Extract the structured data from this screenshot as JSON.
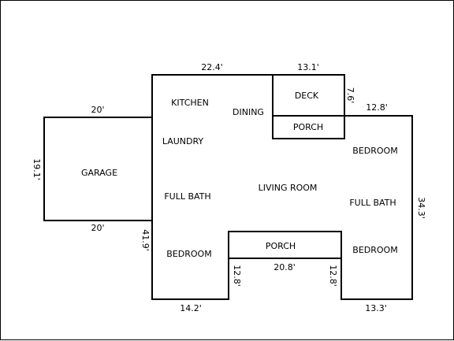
{
  "rooms": {
    "kitchen": "KITCHEN",
    "dining": "DINING",
    "deck": "DECK",
    "porch_top": "PORCH",
    "laundry": "LAUNDRY",
    "bedroom_right_top": "BEDROOM",
    "garage": "GARAGE",
    "full_bath_left": "FULL BATH",
    "living_room": "LIVING ROOM",
    "full_bath_right": "FULL BATH",
    "bedroom_left": "BEDROOM",
    "porch_bottom": "PORCH",
    "bedroom_right_bottom": "BEDROOM"
  },
  "dimensions": {
    "top_house": "22.4'",
    "deck_width": "13.1'",
    "deck_depth": "7.6'",
    "right_wing_top": "12.8'",
    "garage_top": "20'",
    "garage_side": "19.1'",
    "garage_bottom": "20'",
    "house_left": "41.9'",
    "house_right": "34.3'",
    "porch_width": "20.8'",
    "notch_left": "12.8'",
    "notch_right": "12.8'",
    "bottom_left": "14.2'",
    "bottom_right": "13.3'"
  }
}
